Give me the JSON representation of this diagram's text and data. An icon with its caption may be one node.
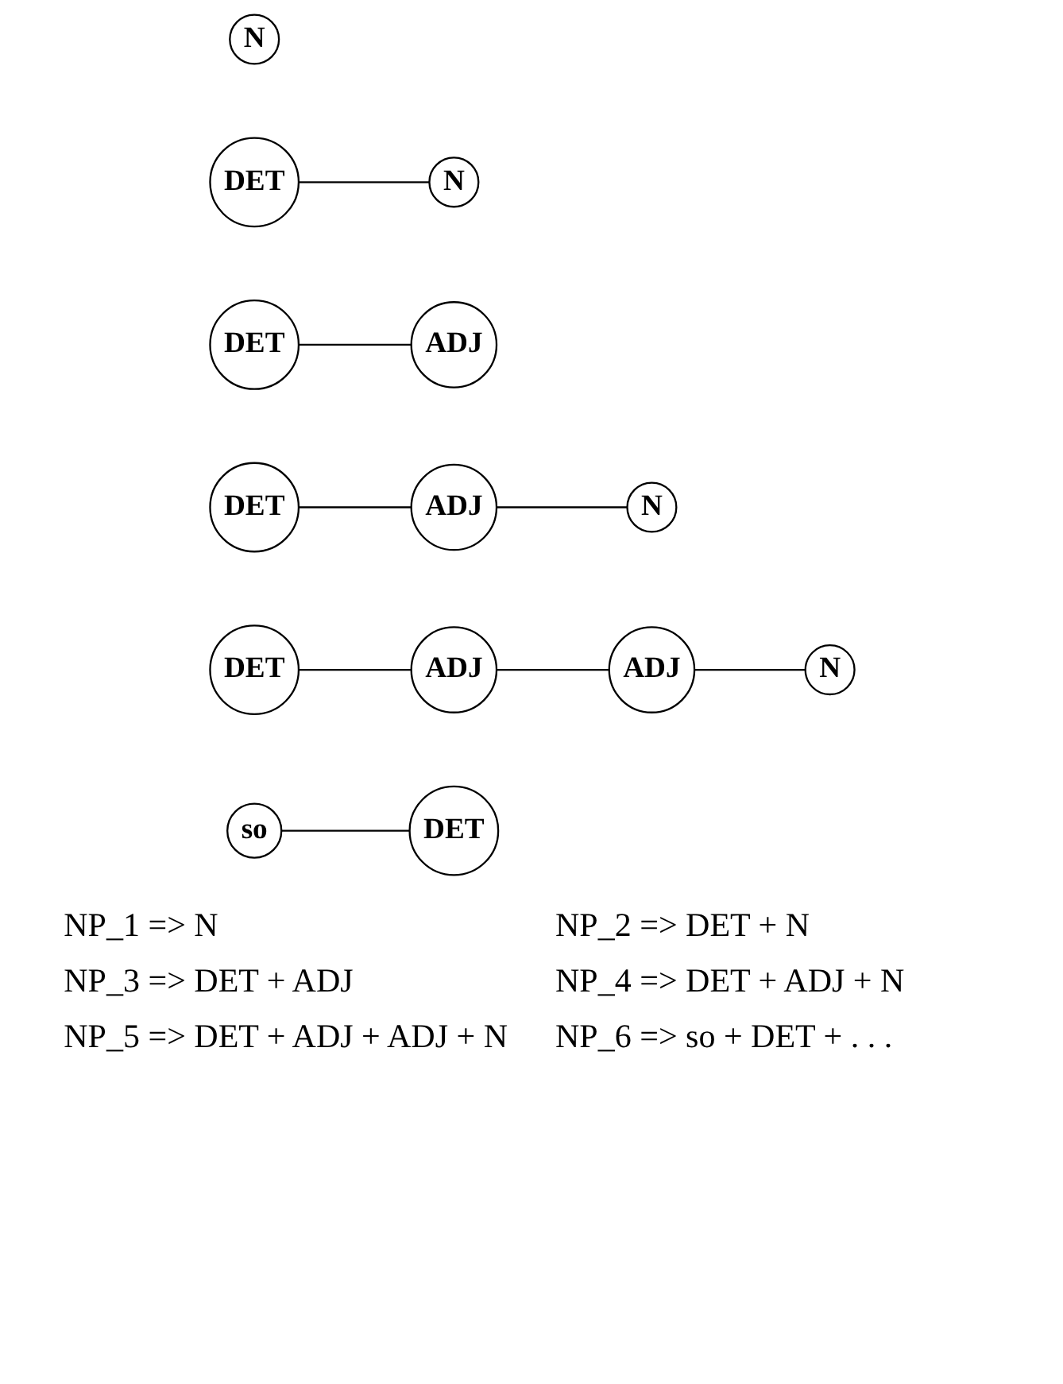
{
  "diagram": {
    "nodes": [
      {
        "text": [
          "N"
        ]
      },
      {
        "text": [
          "DET"
        ]
      },
      {
        "text": [
          "N"
        ]
      },
      {
        "text": [
          "DET"
        ]
      },
      {
        "text": [
          "ADJ"
        ]
      },
      {
        "text": [
          "DET"
        ]
      },
      {
        "text": [
          "ADJ"
        ]
      },
      {
        "text": [
          "N"
        ]
      },
      {
        "text": [
          "DET"
        ]
      },
      {
        "text": [
          "ADJ"
        ]
      },
      {
        "text": [
          "ADJ"
        ]
      },
      {
        "text": [
          "N"
        ]
      },
      {
        "text": [
          "so"
        ]
      },
      {
        "text": [
          "DET"
        ]
      }
    ],
    "edges": [
      {
        "from": 1,
        "to": 2,
        "arrow": "none"
      },
      {
        "from": 3,
        "to": 4,
        "arrow": "none"
      },
      {
        "from": 5,
        "to": 6,
        "arrow": "none"
      },
      {
        "from": 6,
        "to": 7,
        "arrow": "none"
      },
      {
        "from": 8,
        "to": 9,
        "arrow": "none"
      },
      {
        "from": 9,
        "to": 10,
        "arrow": "none"
      },
      {
        "from": 10,
        "to": 11,
        "arrow": "none"
      },
      {
        "from": 12,
        "to": 13,
        "arrow": "none"
      }
    ],
    "labels": [
      "NP_1 => N",
      "NP_2 => DET + N",
      "NP_3 => DET + ADJ",
      "NP_4 => DET + ADJ + N",
      "NP_5 => DET + ADJ + ADJ + N",
      "NP_6 => so + DET + . . ."
    ]
  }
}
